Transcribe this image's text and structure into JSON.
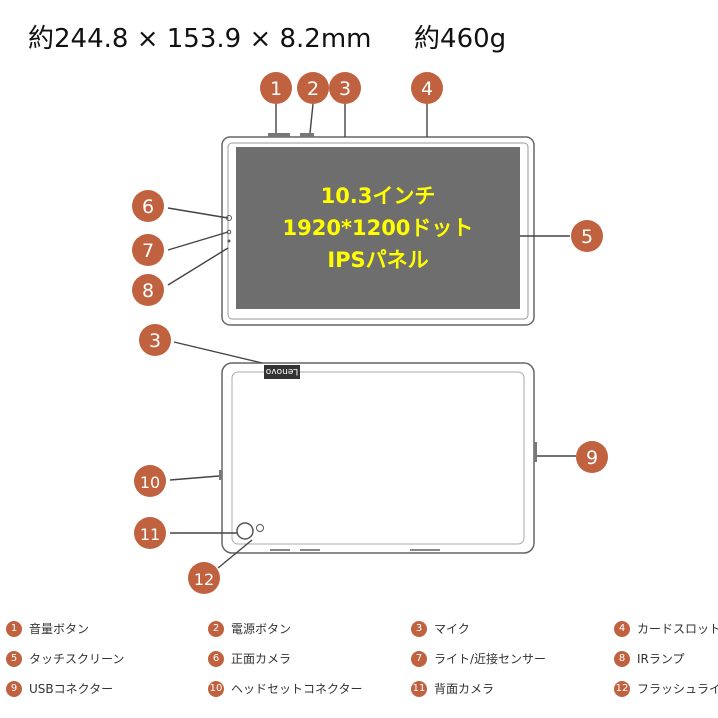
{
  "dimensions_text": "約244.8 × 153.9 × 8.2mm　  約460g",
  "screen_lines": [
    "10.3インチ",
    "1920*1200ドット",
    "IPSパネル"
  ],
  "brand": "Lenovo",
  "badge_color": "#c0623f",
  "callouts": [
    "1",
    "2",
    "3",
    "4",
    "5",
    "6",
    "7",
    "8",
    "3",
    "9",
    "10",
    "11",
    "12"
  ],
  "legend": [
    {
      "num": "1",
      "label": "音量ボタン"
    },
    {
      "num": "2",
      "label": "電源ボタン"
    },
    {
      "num": "3",
      "label": "マイク"
    },
    {
      "num": "4",
      "label": "カードスロット"
    },
    {
      "num": "5",
      "label": "タッチスクリーン"
    },
    {
      "num": "6",
      "label": "正面カメラ"
    },
    {
      "num": "7",
      "label": "ライト/近接センサー"
    },
    {
      "num": "8",
      "label": "IRランプ"
    },
    {
      "num": "9",
      "label": "USBコネクター"
    },
    {
      "num": "10",
      "label": "ヘッドセットコネクター"
    },
    {
      "num": "11",
      "label": "背面カメラ"
    },
    {
      "num": "12",
      "label": "フラッシュライト"
    }
  ]
}
